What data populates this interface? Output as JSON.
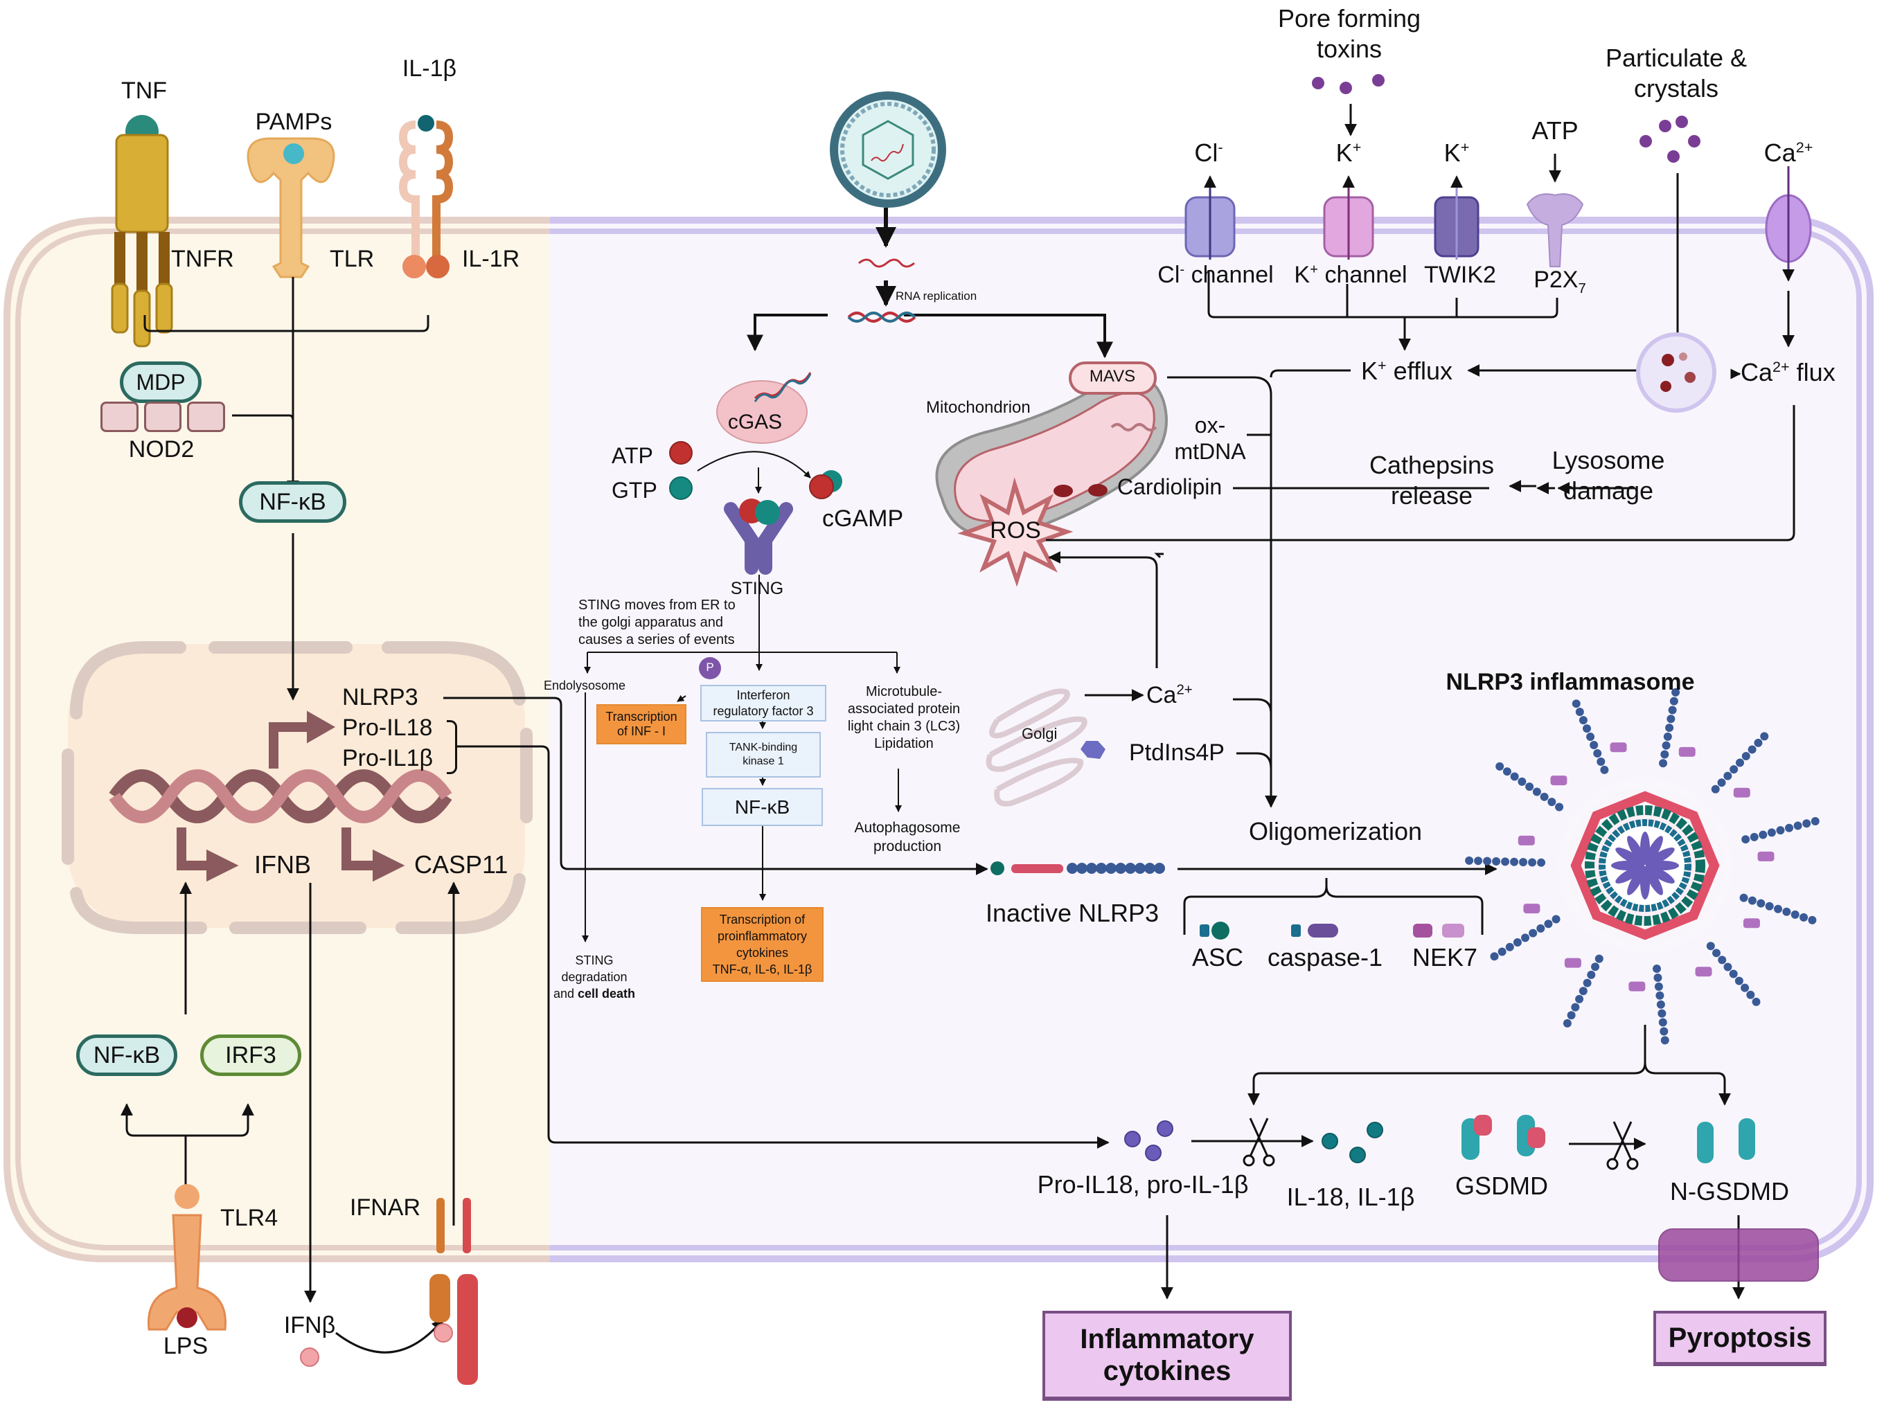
{
  "title": "NLRP3 inflammasome activation pathways",
  "colors": {
    "left_cell_bg": "#fdf7ea",
    "right_cell_bg": "#f8f6fc",
    "left_membrane": "#e5d0c8",
    "right_membrane": "#cfc4ee",
    "nfkb_fill": "#d4ecea",
    "nfkb_border": "#2b6a60",
    "irf3_fill": "#e7f3dc",
    "irf3_border": "#5e8a35",
    "orange_box": "#f3953f",
    "blue_box": "#eaf2fb",
    "outcome_fill": "#ecc8f0",
    "outcome_border": "#7a4f86",
    "dna_dark": "#8a5a5e",
    "dna_light": "#c9868a"
  },
  "left_cell": {
    "receptors": [
      {
        "ligand": "TNF",
        "receptor": "TNFR"
      },
      {
        "ligand": "PAMPs",
        "receptor": "TLR"
      },
      {
        "ligand": "IL-1β",
        "receptor": "IL-1R"
      }
    ],
    "mdp": "MDP",
    "nod2": "NOD2",
    "nfkb_top": "NF-κB",
    "nucleus_genes": {
      "nlrp3": "NLRP3",
      "pro_il18": "Pro-IL18",
      "pro_il1b": "Pro-IL1β",
      "ifnb": "IFNB",
      "casp11": "CASP11"
    },
    "nfkb_bottom": "NF-κB",
    "irf3": "IRF3",
    "tlr4": "TLR4",
    "lps": "LPS",
    "ifnar": "IFNAR",
    "ifnbeta": "IFNβ"
  },
  "virus_path": {
    "rna_replication": "RNA replication",
    "cgas": "cGAS",
    "atp": "ATP",
    "gtp": "GTP",
    "cgamp": "cGAMP",
    "sting": "STING",
    "sting_note": [
      "STING moves from ER to",
      "the golgi apparatus and",
      "causes a series of events"
    ],
    "endolysosome": "Endolysosome",
    "phospho": "P",
    "irf3_box": [
      "Interferon",
      "regulatory factor 3"
    ],
    "tbk1_box": [
      "TANK-binding",
      "kinase 1"
    ],
    "nfkb_box": "NF-κB",
    "transcription_inf": [
      "Transcription",
      "of INF - I"
    ],
    "transcription_cytokines": [
      "Transcription of",
      "proinflammatory",
      "cytokines",
      "TNF-α, IL-6, IL-1β"
    ],
    "lc3": [
      "Microtubule-",
      "associated protein",
      "light chain 3 (LC3)",
      "Lipidation"
    ],
    "autophagosome": [
      "Autophagosome",
      "production"
    ],
    "sting_degradation": [
      "STING",
      "degradation"
    ],
    "cell_death_prefix": "and ",
    "cell_death": "cell death"
  },
  "mito": {
    "mavs": "MAVS",
    "mitochondrion": "Mitochondrion",
    "ox_mtdna": [
      "ox-",
      "mtDNA"
    ],
    "cardiolipin": "Cardiolipin",
    "ros": "ROS",
    "golgi": "Golgi",
    "ca": "Ca",
    "ca_sup": "2+",
    "ptdins4p": "PtdIns4P"
  },
  "channels": {
    "pore_forming": [
      "Pore forming",
      "toxins"
    ],
    "particulate": [
      "Particulate &",
      "crystals"
    ],
    "atp": "ATP",
    "ions": [
      {
        "ion": "Cl",
        "sup": "-",
        "name_prefix": "Cl",
        "name_sup": "-",
        "name_suffix": " channel"
      },
      {
        "ion": "K",
        "sup": "+",
        "name_prefix": "K",
        "name_sup": "+",
        "name_suffix": " channel"
      },
      {
        "ion": "K",
        "sup": "+",
        "name_prefix": "TWIK2",
        "name_sup": "",
        "name_suffix": ""
      },
      {
        "ion": "",
        "sup": "",
        "name_prefix": "P2X",
        "name_sub": "7",
        "name_suffix": ""
      },
      {
        "ion": "Ca",
        "sup": "2+",
        "name_prefix": "",
        "name_sup": "",
        "name_suffix": ""
      }
    ],
    "k_efflux": "efflux",
    "k_efflux_ion": "K",
    "k_efflux_sup": "+",
    "ca_flux_ion": "Ca",
    "ca_flux_sup": "2+",
    "ca_flux": "flux",
    "cathepsins": [
      "Cathepsins",
      "release"
    ],
    "lysosome_damage": [
      "Lysosome",
      "damage"
    ]
  },
  "assembly": {
    "oligomerization": "Oligomerization",
    "inactive_nlrp3": "Inactive NLRP3",
    "components": [
      "ASC",
      "caspase-1",
      "NEK7"
    ],
    "inflammasome_title": "NLRP3 inflammasome",
    "pro_cytokines": "Pro-IL18, pro-IL-1β",
    "mature_cytokines": "IL-18, IL-1β",
    "gsdmd": "GSDMD",
    "n_gsdmd": "N-GSDMD"
  },
  "outcomes": {
    "inflammatory": [
      "Inflammatory",
      "cytokines"
    ],
    "pyroptosis": "Pyroptosis"
  }
}
